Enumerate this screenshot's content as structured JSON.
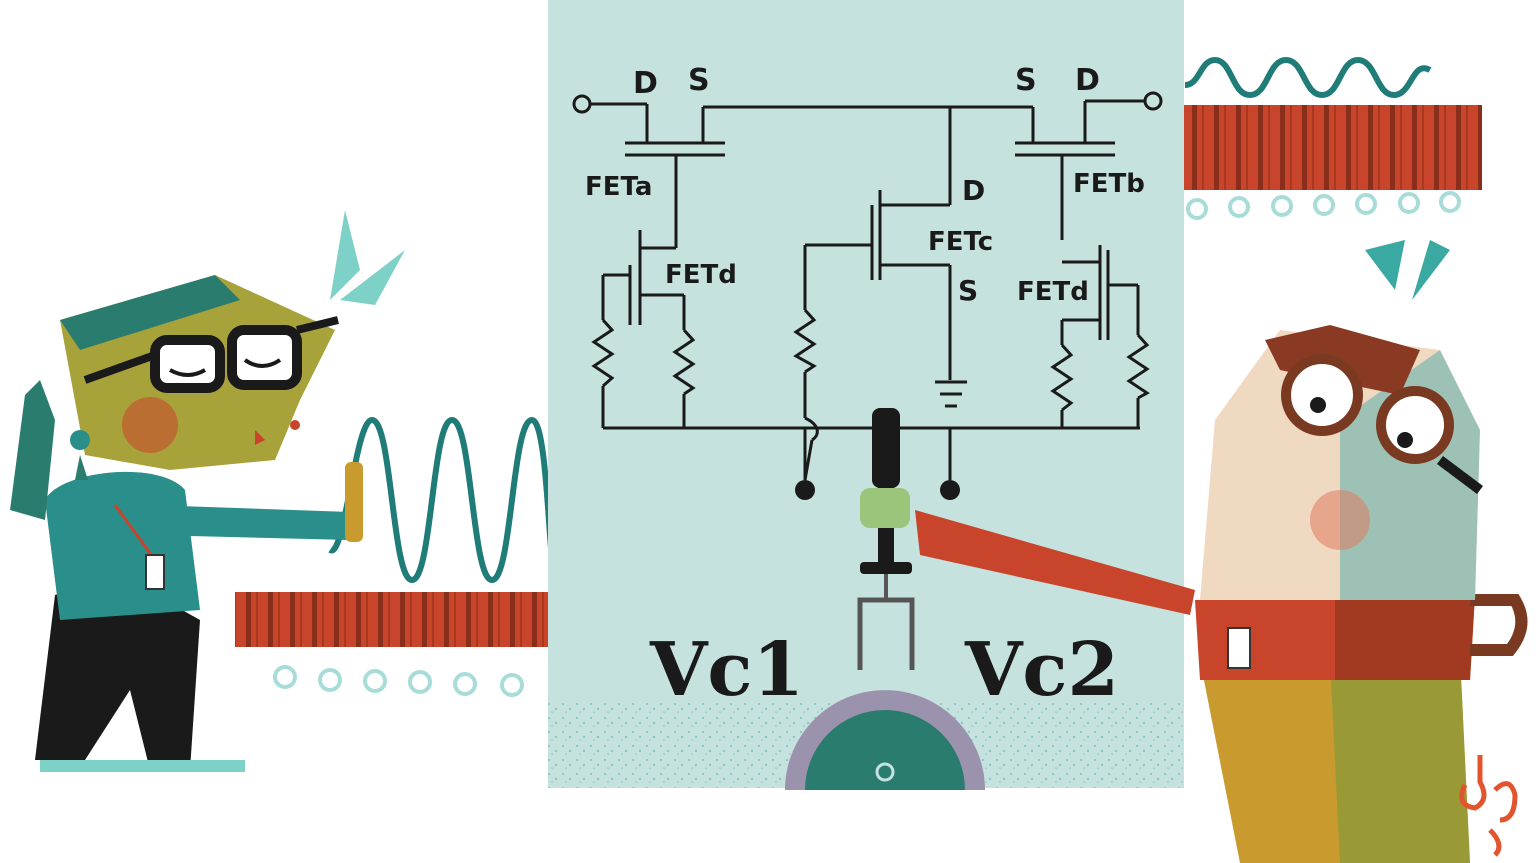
{
  "circuit": {
    "terminals_left": [
      "D",
      "S"
    ],
    "terminals_right": [
      "S",
      "D"
    ],
    "feta": "FETa",
    "fetb": "FETb",
    "fetc": "FETc",
    "fetc_d": "D",
    "fetc_s": "S",
    "fetd_left": "FETd",
    "fetd_right": "FETd"
  },
  "voltage": {
    "vc1": "Vc1",
    "vc2": "Vc2"
  },
  "colors": {
    "panel": "#c6e2df",
    "bar_red": "#c8442b",
    "bar_dark": "#8a2e1c",
    "wave_teal": "#1f7c78",
    "ink": "#1a1a1a",
    "mustard": "#c99a2e"
  }
}
